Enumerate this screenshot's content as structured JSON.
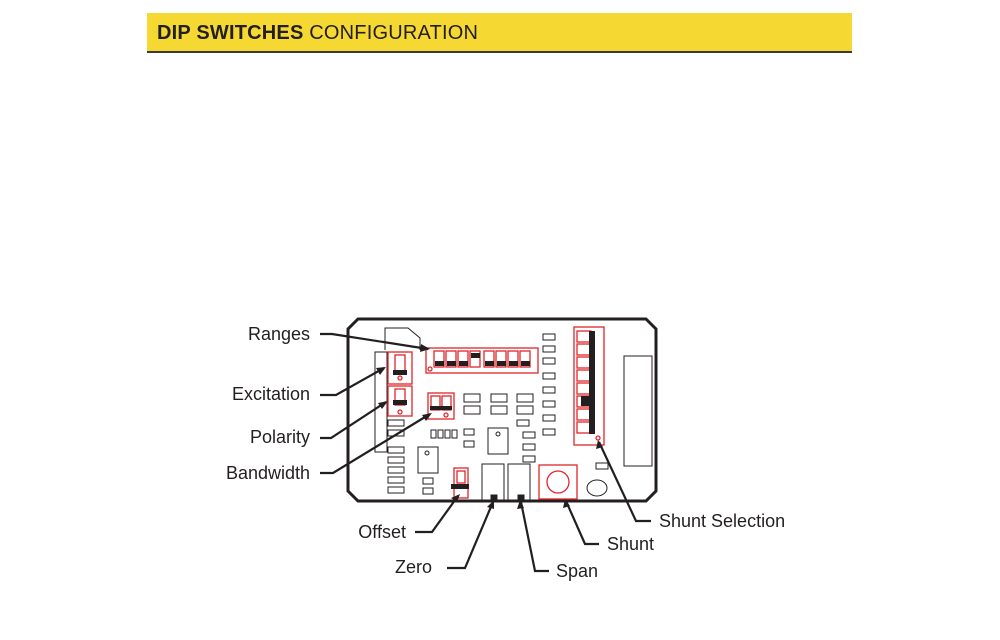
{
  "header": {
    "title_bold": "DIP SWITCHES",
    "title_rest": " CONFIGURATION",
    "background_color": "#f5d832"
  },
  "diagram": {
    "labels": {
      "ranges": "Ranges",
      "excitation": "Excitation",
      "polarity": "Polarity",
      "bandwidth": "Bandwidth",
      "offset": "Offset",
      "zero": "Zero",
      "span": "Span",
      "shunt": "Shunt",
      "shunt_selection": "Shunt Selection"
    },
    "colors": {
      "board_outline": "#231f20",
      "switch_outline": "#e0262a",
      "switch_fill": "#231f20"
    }
  }
}
